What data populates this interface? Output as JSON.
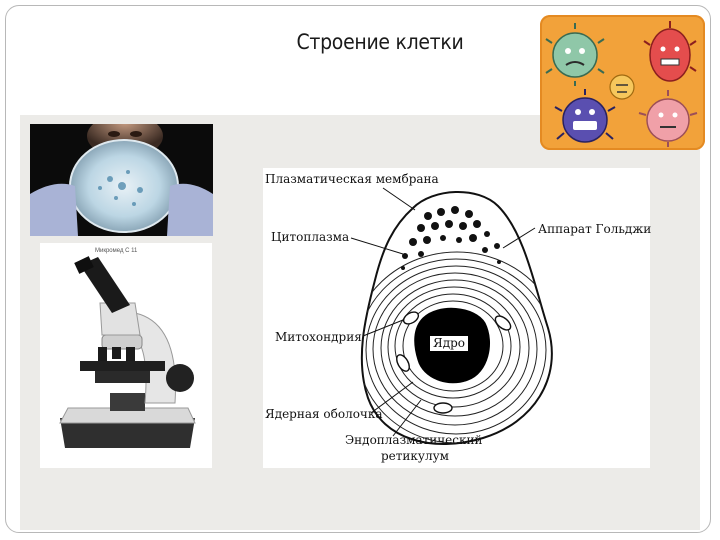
{
  "slide": {
    "title": "Строение клетки"
  },
  "microscope": {
    "caption": "Микромед С 11"
  },
  "cell_diagram": {
    "labels": {
      "plasma_membrane": "Плазматическая мембрана",
      "cytoplasm": "Цитоплазма",
      "golgi": "Аппарат Гольджи",
      "mitochondria": "Митохондрия",
      "nucleus": "Ядро",
      "nuclear_envelope": "Ядерная оболочка",
      "er_line1": "Эндоплазматический",
      "er_line2": "ретикулум"
    }
  },
  "colors": {
    "germs_background": "#f2a23a",
    "content_background": "#ecebe8",
    "frame_border": "#b8b8b8"
  }
}
